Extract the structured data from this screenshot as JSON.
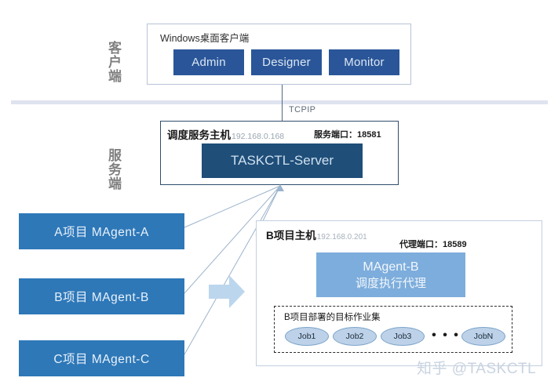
{
  "tiers": {
    "client_label": "客户端",
    "server_label": "服务端"
  },
  "client_panel": {
    "title": "Windows桌面客户端",
    "buttons": [
      {
        "label": "Admin"
      },
      {
        "label": "Designer"
      },
      {
        "label": "Monitor"
      }
    ]
  },
  "link": {
    "protocol_label": "TCPIP"
  },
  "server_panel": {
    "title": "调度服务主机",
    "ip": "192.168.0.168",
    "port_label": "服务端口：18581",
    "core_label": "TASKCTL-Server"
  },
  "agents": [
    {
      "label": "A项目  MAgent-A"
    },
    {
      "label": "B项目  MAgent-B"
    },
    {
      "label": "C项目  MAgent-C"
    }
  ],
  "host_panel": {
    "title": "B项目主机",
    "ip": "192.168.0.201",
    "port_label": "代理端口：18589",
    "agent_name": "MAgent-B",
    "agent_role": "调度执行代理",
    "jobset": {
      "title": "B项目部署的目标作业集",
      "jobs": [
        "Job1",
        "Job2",
        "Job3",
        "JobN"
      ],
      "ellipsis": "• • •"
    }
  },
  "watermark": {
    "text": "知乎 @TASKCTL"
  },
  "colors": {
    "client_button": "#2a5699",
    "server_core": "#1f4e79",
    "agent_box": "#2e78b8",
    "host_agent": "#7daddc",
    "job_ellipse": "#bdd2e8",
    "divider_band": "#dfe3f0",
    "connector_line": "#9bb3cc",
    "flow_arrow": "#bcd6ee"
  }
}
